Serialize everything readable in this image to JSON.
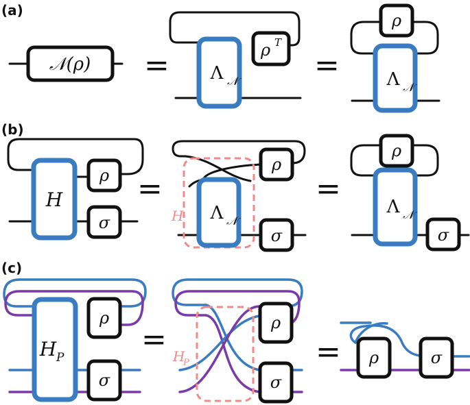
{
  "panels": {
    "a": {
      "label": "(a)"
    },
    "b": {
      "label": "(b)"
    },
    "c": {
      "label": "(c)"
    }
  },
  "symbols": {
    "equals": "=",
    "channel_N_rho": "𝒩(ρ)",
    "Lambda": "Λ",
    "N_sub": "𝒩",
    "rho": "ρ",
    "rho_T_base": "ρ",
    "T_sup": "T",
    "sigma": "σ",
    "H": "H",
    "H_P_base": "H",
    "P_sub": "P"
  },
  "colors": {
    "black": "#111111",
    "blue": "#3a7cc1",
    "purple": "#7a3aa8",
    "pink": "#f08a8a"
  }
}
